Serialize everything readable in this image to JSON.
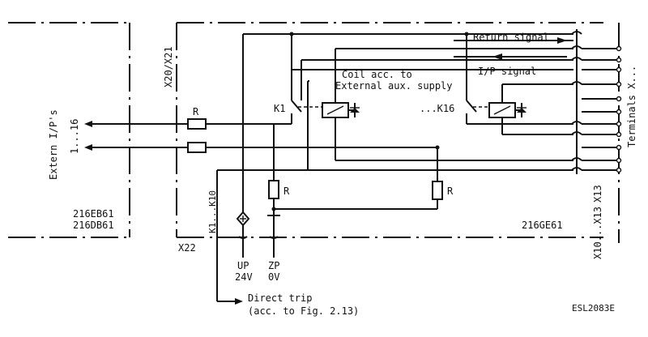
{
  "labels": {
    "return_signal": "Return signal",
    "ip_signal": "I/P signal",
    "coil_line1": "Coil acc. to",
    "coil_line2": "External aux. supply",
    "k1": "K1",
    "k16": "...K16",
    "r": "R",
    "x20_x21": "X20/X21",
    "x22": "X22",
    "k1_k10": "K1...K10",
    "extern_ips": "Extern I/P's",
    "range_1_16": "1...16",
    "board_216eb61": "216EB61",
    "board_216db61": "216DB61",
    "board_216ge61": "216GE61",
    "terminals": "Terminals X...",
    "x10_x13_top": "X13",
    "x10_x13_bottom": "X10...X13",
    "up": "UP",
    "up_voltage": "24V",
    "zp": "ZP",
    "zp_voltage": "0V",
    "direct_trip": "Direct trip",
    "direct_trip_ref": "(acc. to Fig. 2.13)",
    "figure_id": "ESL2083E"
  }
}
